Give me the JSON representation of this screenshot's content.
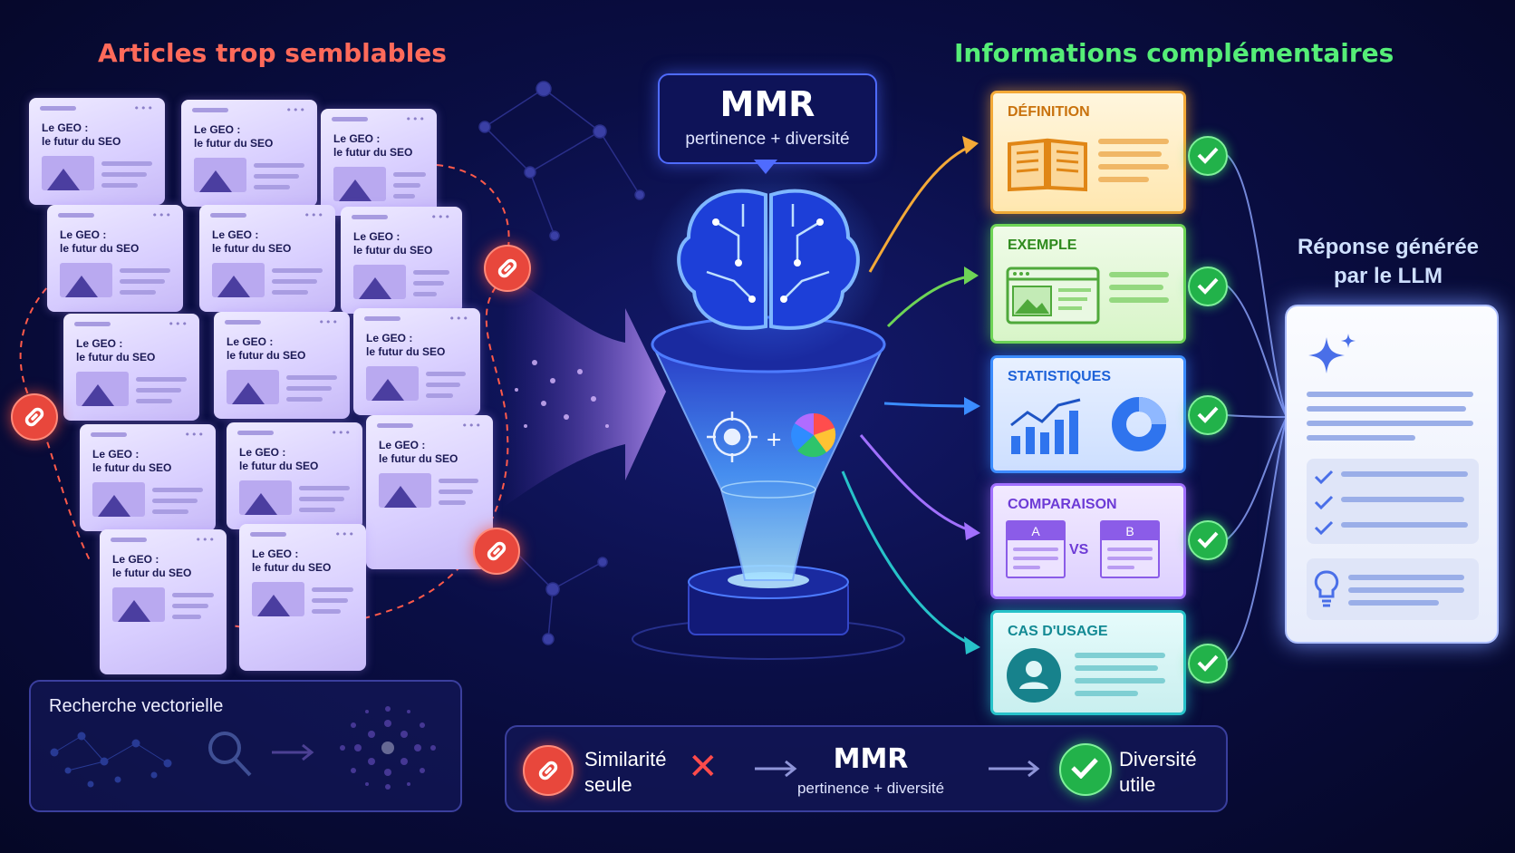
{
  "left_title": "Articles trop semblables",
  "right_title": "Informations complémentaires",
  "article_card": {
    "title_line1": "Le GEO :",
    "title_line2": "le futur du SEO",
    "menu_dots": "•••"
  },
  "vector_search": {
    "label": "Recherche vectorielle"
  },
  "mmr": {
    "title": "MMR",
    "subtitle": "pertinence + diversité",
    "plus": "+"
  },
  "categories": {
    "definition": "DÉFINITION",
    "exemple": "EXEMPLE",
    "statistiques": "STATISTIQUES",
    "comparaison": "COMPARAISON",
    "cas_usage": "CAS D'USAGE"
  },
  "comparison": {
    "a": "A",
    "vs": "VS",
    "b": "B"
  },
  "llm": {
    "title_line1": "Réponse générée",
    "title_line2": "par le LLM"
  },
  "bottom": {
    "left_line1": "Similarité",
    "left_line2": "seule",
    "cross": "✕",
    "mmr_title": "MMR",
    "mmr_subtitle": "pertinence + diversité",
    "right_line1": "Diversité",
    "right_line2": "utile"
  },
  "colors": {
    "background": "#0a0e45",
    "left_title": "#ff6a5a",
    "right_title": "#55ee77",
    "definition": "#f3a938",
    "exemple": "#6ed456",
    "statistiques": "#3b8cff",
    "comparaison": "#a170ff",
    "cas_usage": "#27c2c9",
    "check": "#22b24a",
    "link_badge": "#e8473c"
  },
  "icons": [
    "link-icon",
    "brain-icon",
    "funnel-icon",
    "target-icon",
    "pie-chart-icon",
    "book-icon",
    "browser-window-icon",
    "bar-chart-icon",
    "donut-chart-icon",
    "user-icon",
    "check-icon",
    "sparkle-icon",
    "lightbulb-icon",
    "magnifier-icon",
    "arrow-right-icon",
    "cross-icon"
  ]
}
